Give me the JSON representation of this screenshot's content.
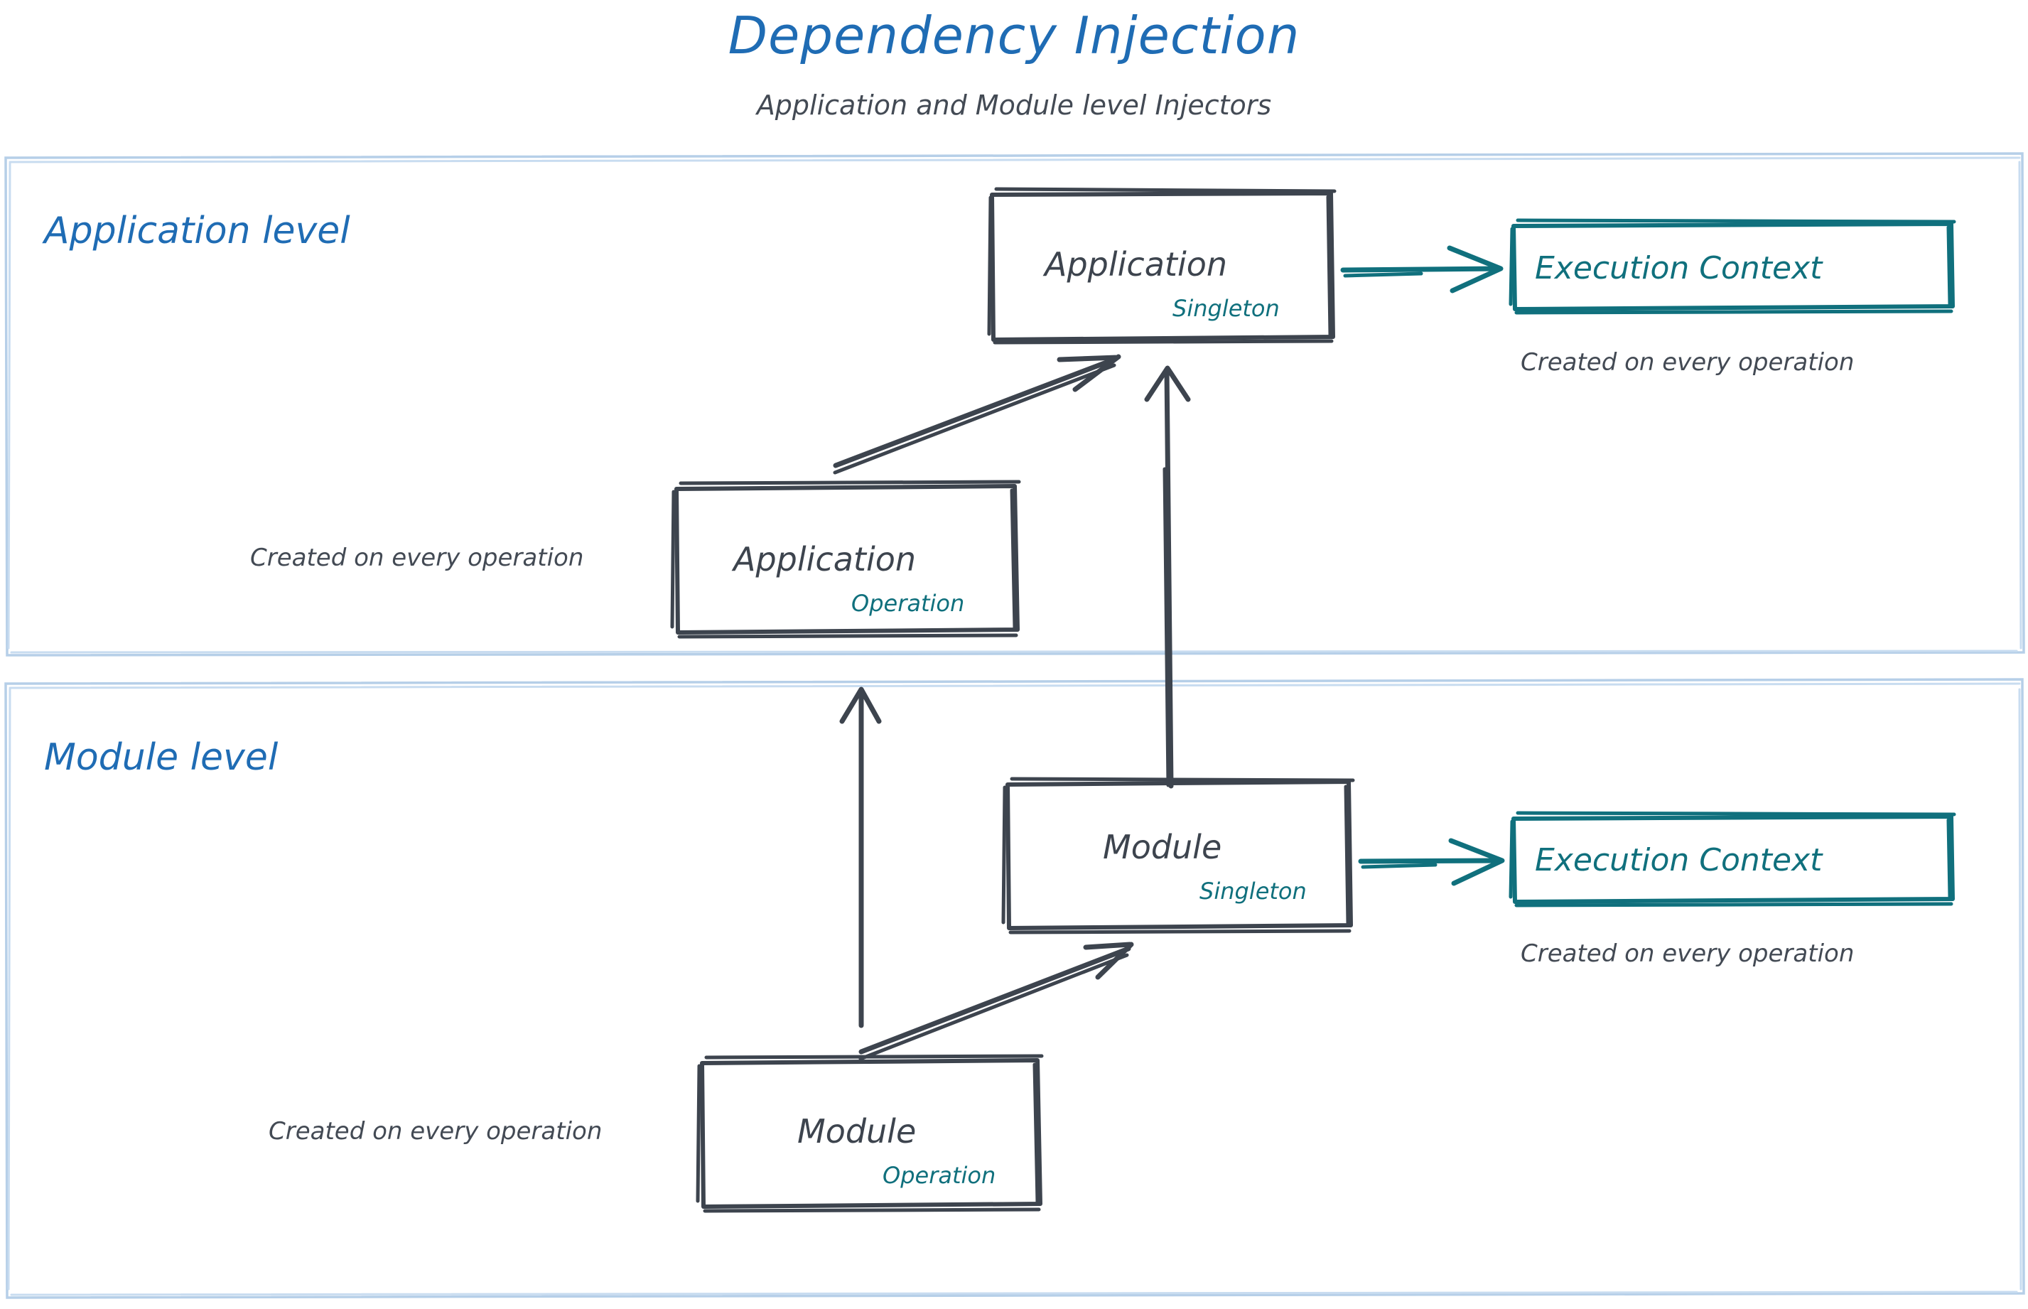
{
  "header": {
    "title": "Dependency Injection",
    "subtitle": "Application and Module level Injectors",
    "title_color": "#1f6cb4",
    "subtitle_color": "#434a54"
  },
  "palette": {
    "accent_blue": "#1f6cb4",
    "container_border": "#b6cfe8",
    "node_stroke": "#3d444e",
    "teal": "#10707d",
    "background": "#ffffff"
  },
  "sections": [
    {
      "id": "application-level",
      "label": "Application level",
      "nodes": [
        {
          "id": "application-singleton",
          "title": "Application",
          "scope": "Singleton",
          "style": "dark"
        },
        {
          "id": "application-operation",
          "title": "Application",
          "scope": "Operation",
          "style": "dark",
          "note": "Created on every operation"
        },
        {
          "id": "execution-context-application",
          "title": "Execution Context",
          "style": "teal",
          "note": "Created on every operation"
        }
      ]
    },
    {
      "id": "module-level",
      "label": "Module level",
      "nodes": [
        {
          "id": "module-singleton",
          "title": "Module",
          "scope": "Singleton",
          "style": "dark"
        },
        {
          "id": "module-operation",
          "title": "Module",
          "scope": "Operation",
          "style": "dark",
          "note": "Created on every operation"
        },
        {
          "id": "execution-context-module",
          "title": "Execution Context",
          "style": "teal",
          "note": "Created on every operation"
        }
      ]
    }
  ],
  "notes": {
    "application_operation": "Created on every operation",
    "module_operation": "Created on every operation",
    "execution_context_application": "Created on every operation",
    "execution_context_module": "Created on every operation"
  },
  "edges": [
    {
      "id": "app-singleton-to-exec-context",
      "from": "application-singleton",
      "to": "execution-context-application",
      "direction": "right",
      "color": "#10707d"
    },
    {
      "id": "app-operation-to-app-singleton",
      "from": "application-operation",
      "to": "application-singleton",
      "direction": "up-right",
      "color": "#3d444e"
    },
    {
      "id": "module-singleton-to-app-singleton",
      "from": "module-singleton",
      "to": "application-singleton",
      "direction": "up",
      "color": "#3d444e"
    },
    {
      "id": "module-singleton-to-exec-context",
      "from": "module-singleton",
      "to": "execution-context-module",
      "direction": "right",
      "color": "#10707d"
    },
    {
      "id": "module-operation-to-module-singleton",
      "from": "module-operation",
      "to": "module-singleton",
      "direction": "up-right",
      "color": "#3d444e"
    },
    {
      "id": "module-operation-to-app-operation",
      "from": "module-operation",
      "to": "application-operation",
      "direction": "up",
      "color": "#3d444e"
    }
  ]
}
